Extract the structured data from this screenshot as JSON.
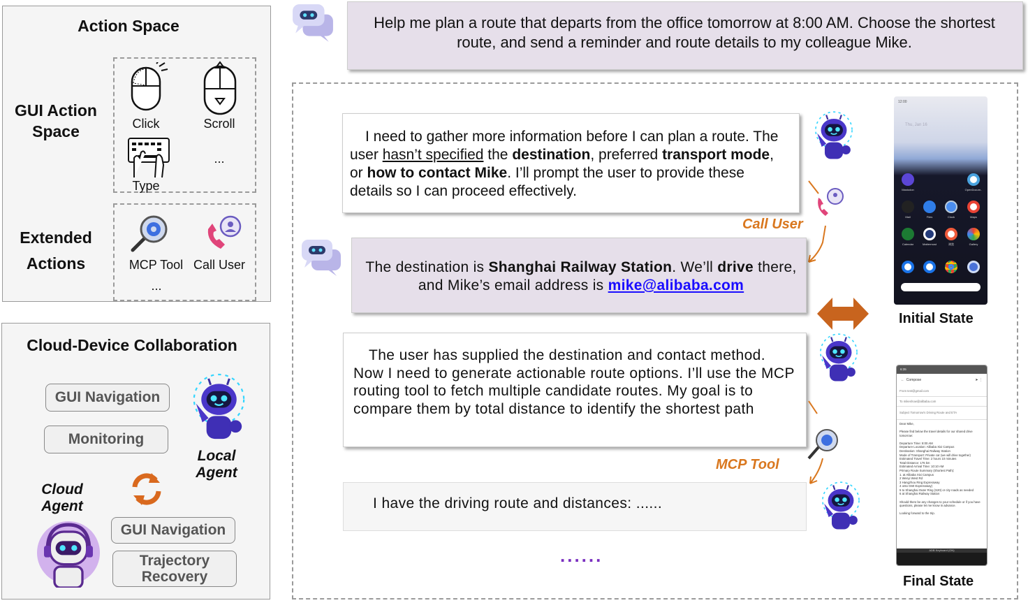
{
  "action_space": {
    "title": "Action Space",
    "gui_label": "GUI Action Space",
    "gui_actions": [
      {
        "label": "Click",
        "icon": "click-icon"
      },
      {
        "label": "Scroll",
        "icon": "scroll-mouse-icon"
      },
      {
        "label": "Type",
        "icon": "keyboard-type-icon"
      },
      {
        "label": "..."
      }
    ],
    "extended_label": "Extended Actions",
    "extended_actions": [
      {
        "label": "MCP Tool",
        "icon": "gear-search-icon"
      },
      {
        "label": "Call User",
        "icon": "phone-user-icon"
      },
      {
        "label": "..."
      }
    ]
  },
  "collab": {
    "title": "Cloud-Device Collaboration",
    "local_tasks": [
      "GUI Navigation",
      "Monitoring"
    ],
    "local_agent": "Local Agent",
    "cloud_agent": "Cloud Agent",
    "cloud_tasks": [
      "GUI Navigation",
      "Trajectory Recovery"
    ],
    "sync_color": "#d9691e"
  },
  "prompt": "Help me plan a route that departs from the office tomorrow at 8:00 AM. Choose the shortest route, and send a reminder and route details to my colleague Mike.",
  "dialog": {
    "b1": {
      "t1": "I need to gather more information before I can plan a route. The user ",
      "u": "hasn’t specified",
      "t2": " the ",
      "b1": "destination",
      "t3": ", preferred ",
      "b2": "transport mode",
      "t4": ", or ",
      "b3": "how to contact Mike",
      "t5": ". I’ll prompt the user to provide these details so I can proceed effectively."
    },
    "call_user": "Call User",
    "b2": {
      "t1": "The destination is ",
      "b1": "Shanghai Railway Station",
      "t2": ". We’ll ",
      "b2": "drive",
      "t3": " there, and Mike’s email address is ",
      "link": "mike@alibaba.com"
    },
    "b3": "The user has supplied the destination and contact method. Now I need to generate actionable route options. I’ll use the MCP routing tool to fetch multiple candidate routes. My goal is to compare them by total distance to identify the shortest path",
    "mcp_tool": "MCP Tool",
    "b4": "I have the driving route and distances: ......",
    "more": "......"
  },
  "colors": {
    "accent": "#d9771e",
    "bubble_user": "#e6dfea",
    "link": "#1a0dff",
    "dots": "#7a2fc0"
  },
  "initial_state": {
    "label": "Initial State",
    "time": "12:00",
    "date": "Thu, Jan 16",
    "apps": [
      "Mastodon",
      "OpenDocum..",
      "Mail",
      "Files",
      "Clock",
      "Maps",
      "Calendar",
      "Mattermost",
      "浏览",
      "Gallery"
    ]
  },
  "final_state": {
    "label": "Final State",
    "time": "6:35",
    "compose": "Compose",
    "from": "From   test@gmail.com",
    "to": "To    mikeshow@alibaba.com",
    "subject": "Subject    Tomorrow's Driving Route and ETA",
    "body": [
      "Dear Mike,",
      "",
      "Please find below the travel details for our shared drive tomorrow:",
      "",
      "Departure Time: 8:00 AM",
      "Departure Location: Alibaba Xixi Campus",
      "Destination: Shanghai Railway Station",
      "Mode of Transport: Private car (we will drive together)",
      "Estimated Travel Time: 2 hours 10 minutes",
      "Total Distance: 176 km",
      "Estimated Arrival Time: 10:10 AM",
      "Primary Route Summary (Shortest Path):",
      "1. at Alibaba Xixi Campus",
      "2 Wenyi West Rd",
      "3 Hangzhou Ring Expressway",
      "4 onto G60  Expressway)",
      "5 to Shanghai Outer Ring (S20) or city roads as needed",
      "6 at Shanghai Railway Station",
      "",
      "Should there be any changes to your schedule or if you have questions, please let me know in advance.",
      "",
      "Looking forward to the trip."
    ],
    "keyboard": "ADB Keyboard (ON)"
  }
}
